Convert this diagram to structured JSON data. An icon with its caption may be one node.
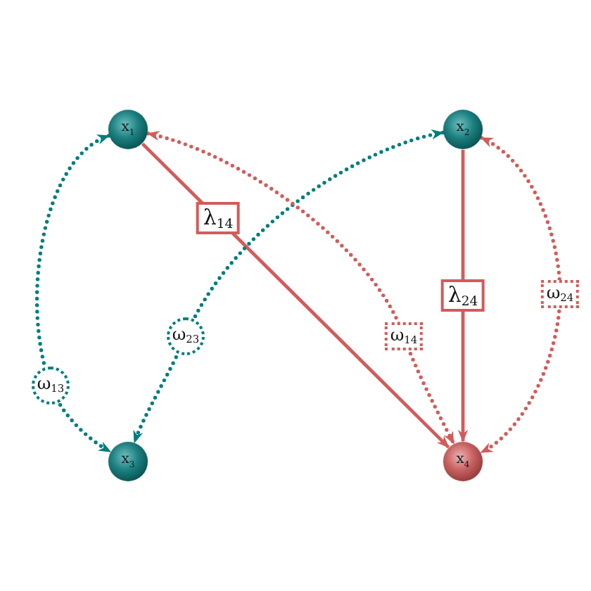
{
  "diagram": {
    "nodes": [
      {
        "text": [
          "x$_{1}$"
        ]
      },
      {
        "text": [
          "x$_{2}$"
        ]
      },
      {
        "text": [
          "x$_{3}$"
        ]
      },
      {
        "text": [
          "x$_{4}$"
        ]
      }
    ],
    "edges": [
      {
        "from": 0,
        "to": 3,
        "arrow": "to",
        "label": "λ$_{14}$"
      },
      {
        "from": 1,
        "to": 3,
        "arrow": "to",
        "label": "λ$_{24}$"
      },
      {
        "from": 0,
        "to": 2,
        "arrow": "both",
        "label": "ω$_{13}$",
        "style": "dashed",
        "color": "#007d7d"
      },
      {
        "from": 1,
        "to": 2,
        "arrow": "both",
        "label": "ω$_{23}$",
        "style": "dashed",
        "color": "#007d7d"
      },
      {
        "from": 0,
        "to": 3,
        "arrow": "both",
        "label": "ω$_{14}$",
        "style": "dashed"
      },
      {
        "from": 1,
        "to": 3,
        "arrow": "both",
        "label": "ω$_{24}$",
        "style": "dashed"
      }
    ]
  }
}
